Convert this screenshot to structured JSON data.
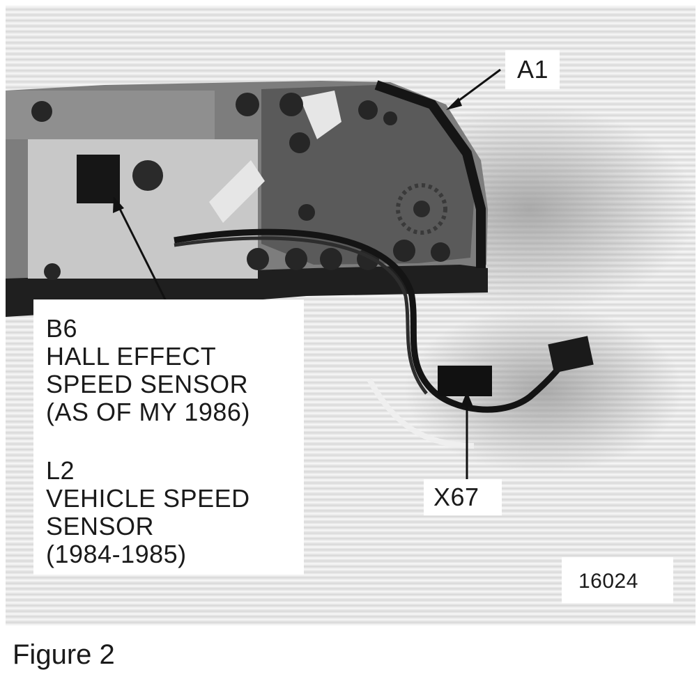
{
  "callouts": {
    "a1": "A1",
    "x67": "X67",
    "b6": {
      "id": "B6",
      "lines": [
        "HALL EFFECT",
        "SPEED SENSOR",
        "(AS OF MY 1986)"
      ]
    },
    "l2": {
      "id": "L2",
      "lines": [
        "VEHICLE SPEED",
        "SENSOR",
        "(1984-1985)"
      ]
    }
  },
  "figure_number": "16024",
  "caption": "Figure 2",
  "colors": {
    "background": "#ffffff",
    "photo_mid": "#bfbfbf",
    "photo_dark": "#2a2a2a",
    "text": "#1a1a1a"
  }
}
